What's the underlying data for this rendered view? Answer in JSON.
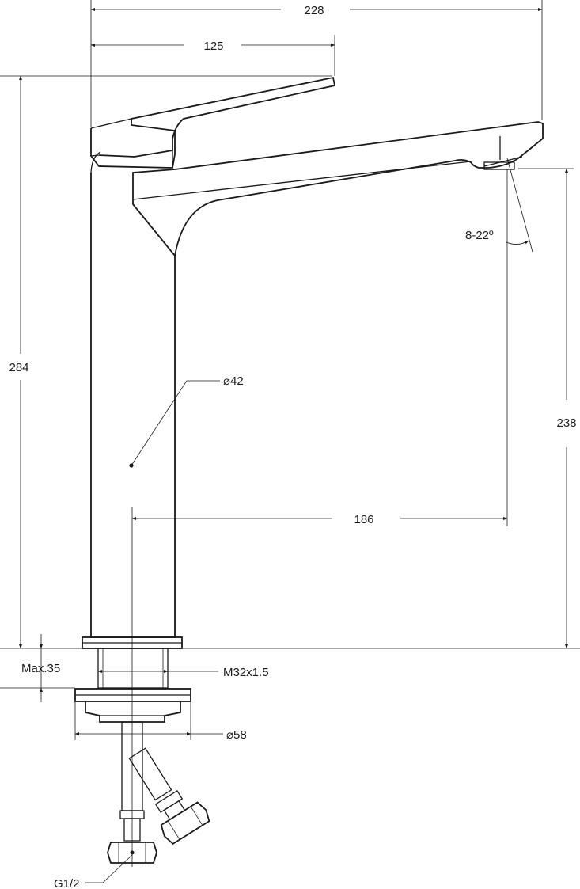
{
  "dimensions": {
    "overall_width": "228",
    "handle_reach": "125",
    "total_height": "284",
    "spout_height": "238",
    "spout_reach": "186",
    "body_diameter": "⌀42",
    "spray_angle": "8-22º",
    "max_counter_thickness": "Max.35",
    "mount_thread": "M32x1.5",
    "base_diameter": "⌀58",
    "hose_connection": "G1/2"
  }
}
